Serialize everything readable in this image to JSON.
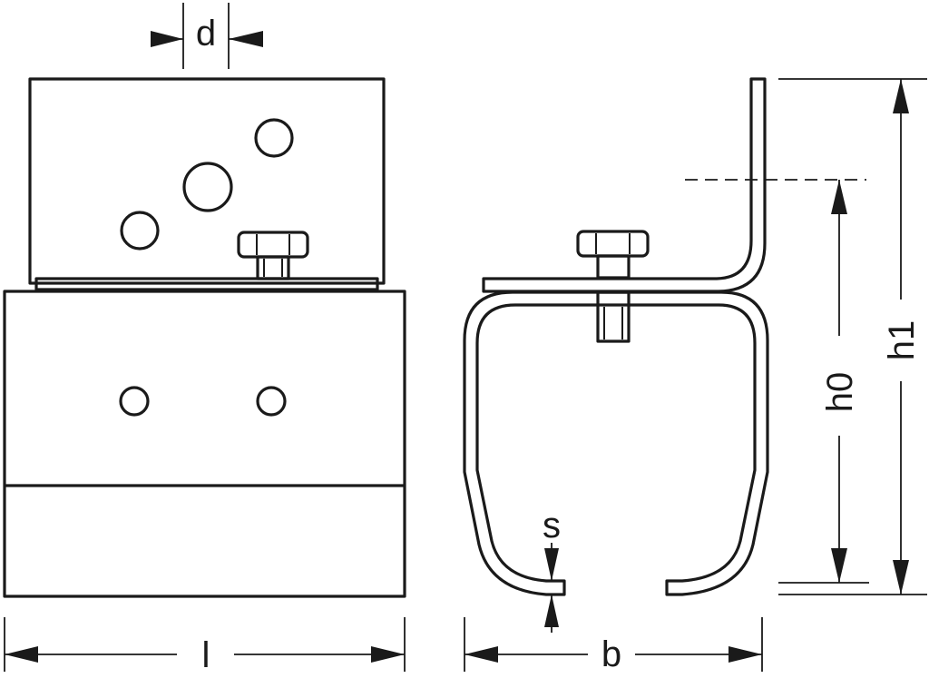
{
  "drawing": {
    "labels": {
      "d": "d",
      "l": "l",
      "b": "b",
      "s": "s",
      "h0": "h0",
      "h1": "h1"
    },
    "colors": {
      "line": "#1a1a1a",
      "background": "#ffffff"
    }
  }
}
